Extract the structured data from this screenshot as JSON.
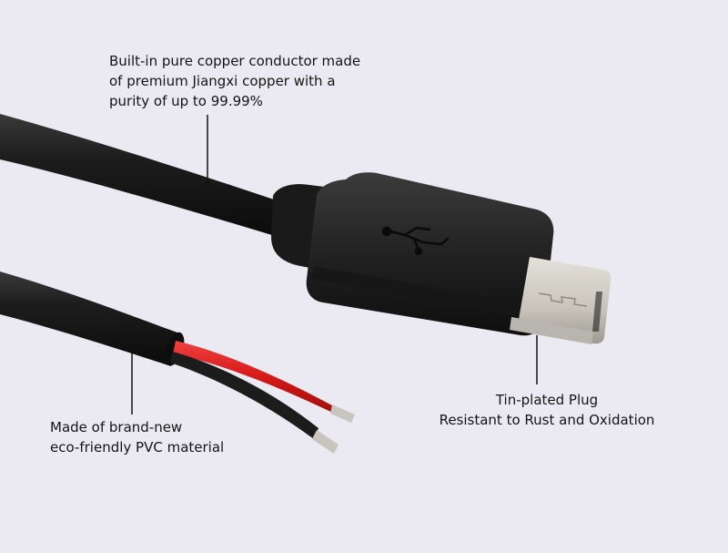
{
  "image": {
    "subject": "Micro USB cable with bare red and black wire ends",
    "background_color": "#ebeaf2"
  },
  "callouts": {
    "copper": {
      "lines": [
        "Built-in pure copper conductor made",
        "of premium Jiangxi copper with a",
        "purity of up to 99.99%"
      ]
    },
    "pvc": {
      "lines": [
        "Made of brand-new",
        "eco-friendly PVC material"
      ]
    },
    "plug": {
      "lines": [
        "Tin-plated Plug",
        "Resistant to Rust and Oxidation"
      ]
    }
  },
  "parts": {
    "connector_icon": "usb-trident-icon",
    "wire_colors": {
      "red": "#d8161a",
      "black": "#1c1c1c"
    },
    "plug_color": "#c9c6c0",
    "cable_color": "#151515"
  }
}
